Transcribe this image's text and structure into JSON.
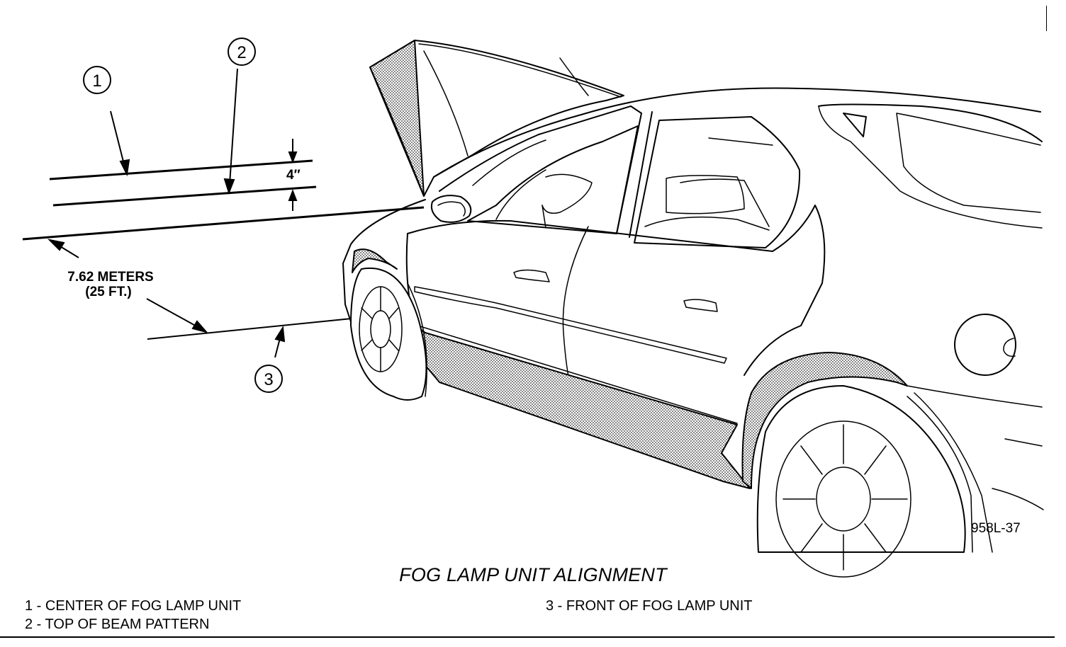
{
  "figure": {
    "title": "FOG LAMP UNIT ALIGNMENT",
    "figure_id": "958L-37",
    "callouts": [
      "1",
      "2",
      "3"
    ],
    "dimension_vertical": "4″",
    "distance_line1": "7.62 METERS",
    "distance_line2": "(25 FT.)"
  },
  "legend": {
    "items": [
      "1 - CENTER OF FOG LAMP UNIT",
      "2 - TOP OF BEAM PATTERN",
      "3 - FRONT OF FOG LAMP UNIT"
    ]
  },
  "colors": {
    "ink": "#000000",
    "paper": "#ffffff",
    "shade": "#8a8a8a"
  }
}
